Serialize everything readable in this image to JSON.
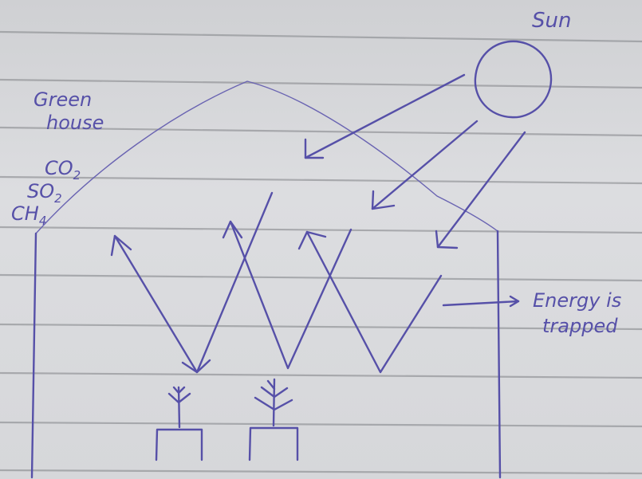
{
  "labels": {
    "sun": "Sun",
    "greenhouse_line1": "Green",
    "greenhouse_line2": "house",
    "gases": [
      {
        "base": "CO",
        "sub": "2"
      },
      {
        "base": "SO",
        "sub": "2"
      },
      {
        "base": "CH",
        "sub": "4"
      }
    ],
    "energy_line1": "Energy is",
    "energy_line2": "trapped"
  },
  "colors": {
    "ink": "#5650a8",
    "paper": "#d9dadd",
    "rule_lines": "#8d8f93"
  },
  "icons": [
    "sun-circle",
    "plant-sprout"
  ]
}
